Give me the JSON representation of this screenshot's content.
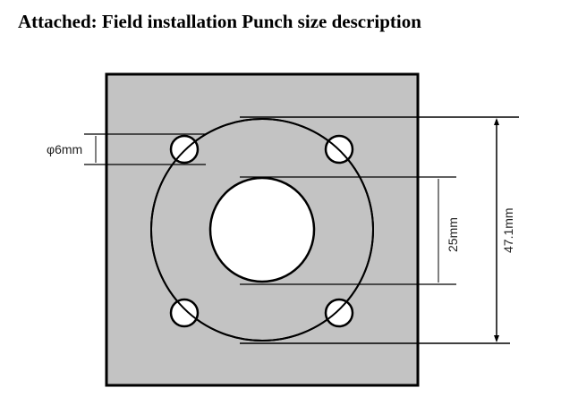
{
  "title": "Attached: Field installation Punch size description",
  "dimensions": {
    "small_hole_diameter": "φ6mm",
    "center_hole_diameter": "25mm",
    "bolt_circle_diameter": "47.1mm"
  },
  "colors": {
    "plate_fill": "#c3c3c3",
    "line": "#000000",
    "hole_fill": "#ffffff"
  }
}
